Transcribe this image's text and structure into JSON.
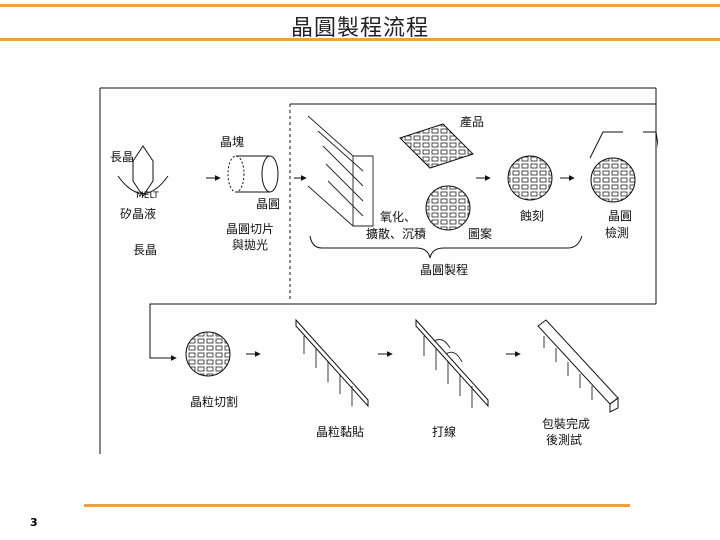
{
  "slide": {
    "title": "晶圓製程流程",
    "page_number": "3",
    "accent_color": "#f0a040"
  },
  "diagram": {
    "labels": {
      "crystal_growth": "長晶",
      "melt": "MELT",
      "silicon_melt": "矽晶液",
      "ingot": "晶塊",
      "wafer": "晶圓",
      "wafer_slicing_polishing_line1": "晶圓切片",
      "wafer_slicing_polishing_line2": "與拋光",
      "ic_pattern": "產品",
      "oxidation_line1": "氧化、",
      "oxidation_line2": "擴散、沉積",
      "pattern": "圖案",
      "etching": "蝕刻",
      "wafer_test_line1": "晶圓",
      "wafer_test_line2": "檢測",
      "wafer_fabrication": "晶圓製程",
      "die_sawing": "晶粒切割",
      "die_bonding": "晶粒黏貼",
      "wire_bonding": "打線",
      "final_test_line1": "包裝完成",
      "final_test_line2": "後測試"
    }
  }
}
